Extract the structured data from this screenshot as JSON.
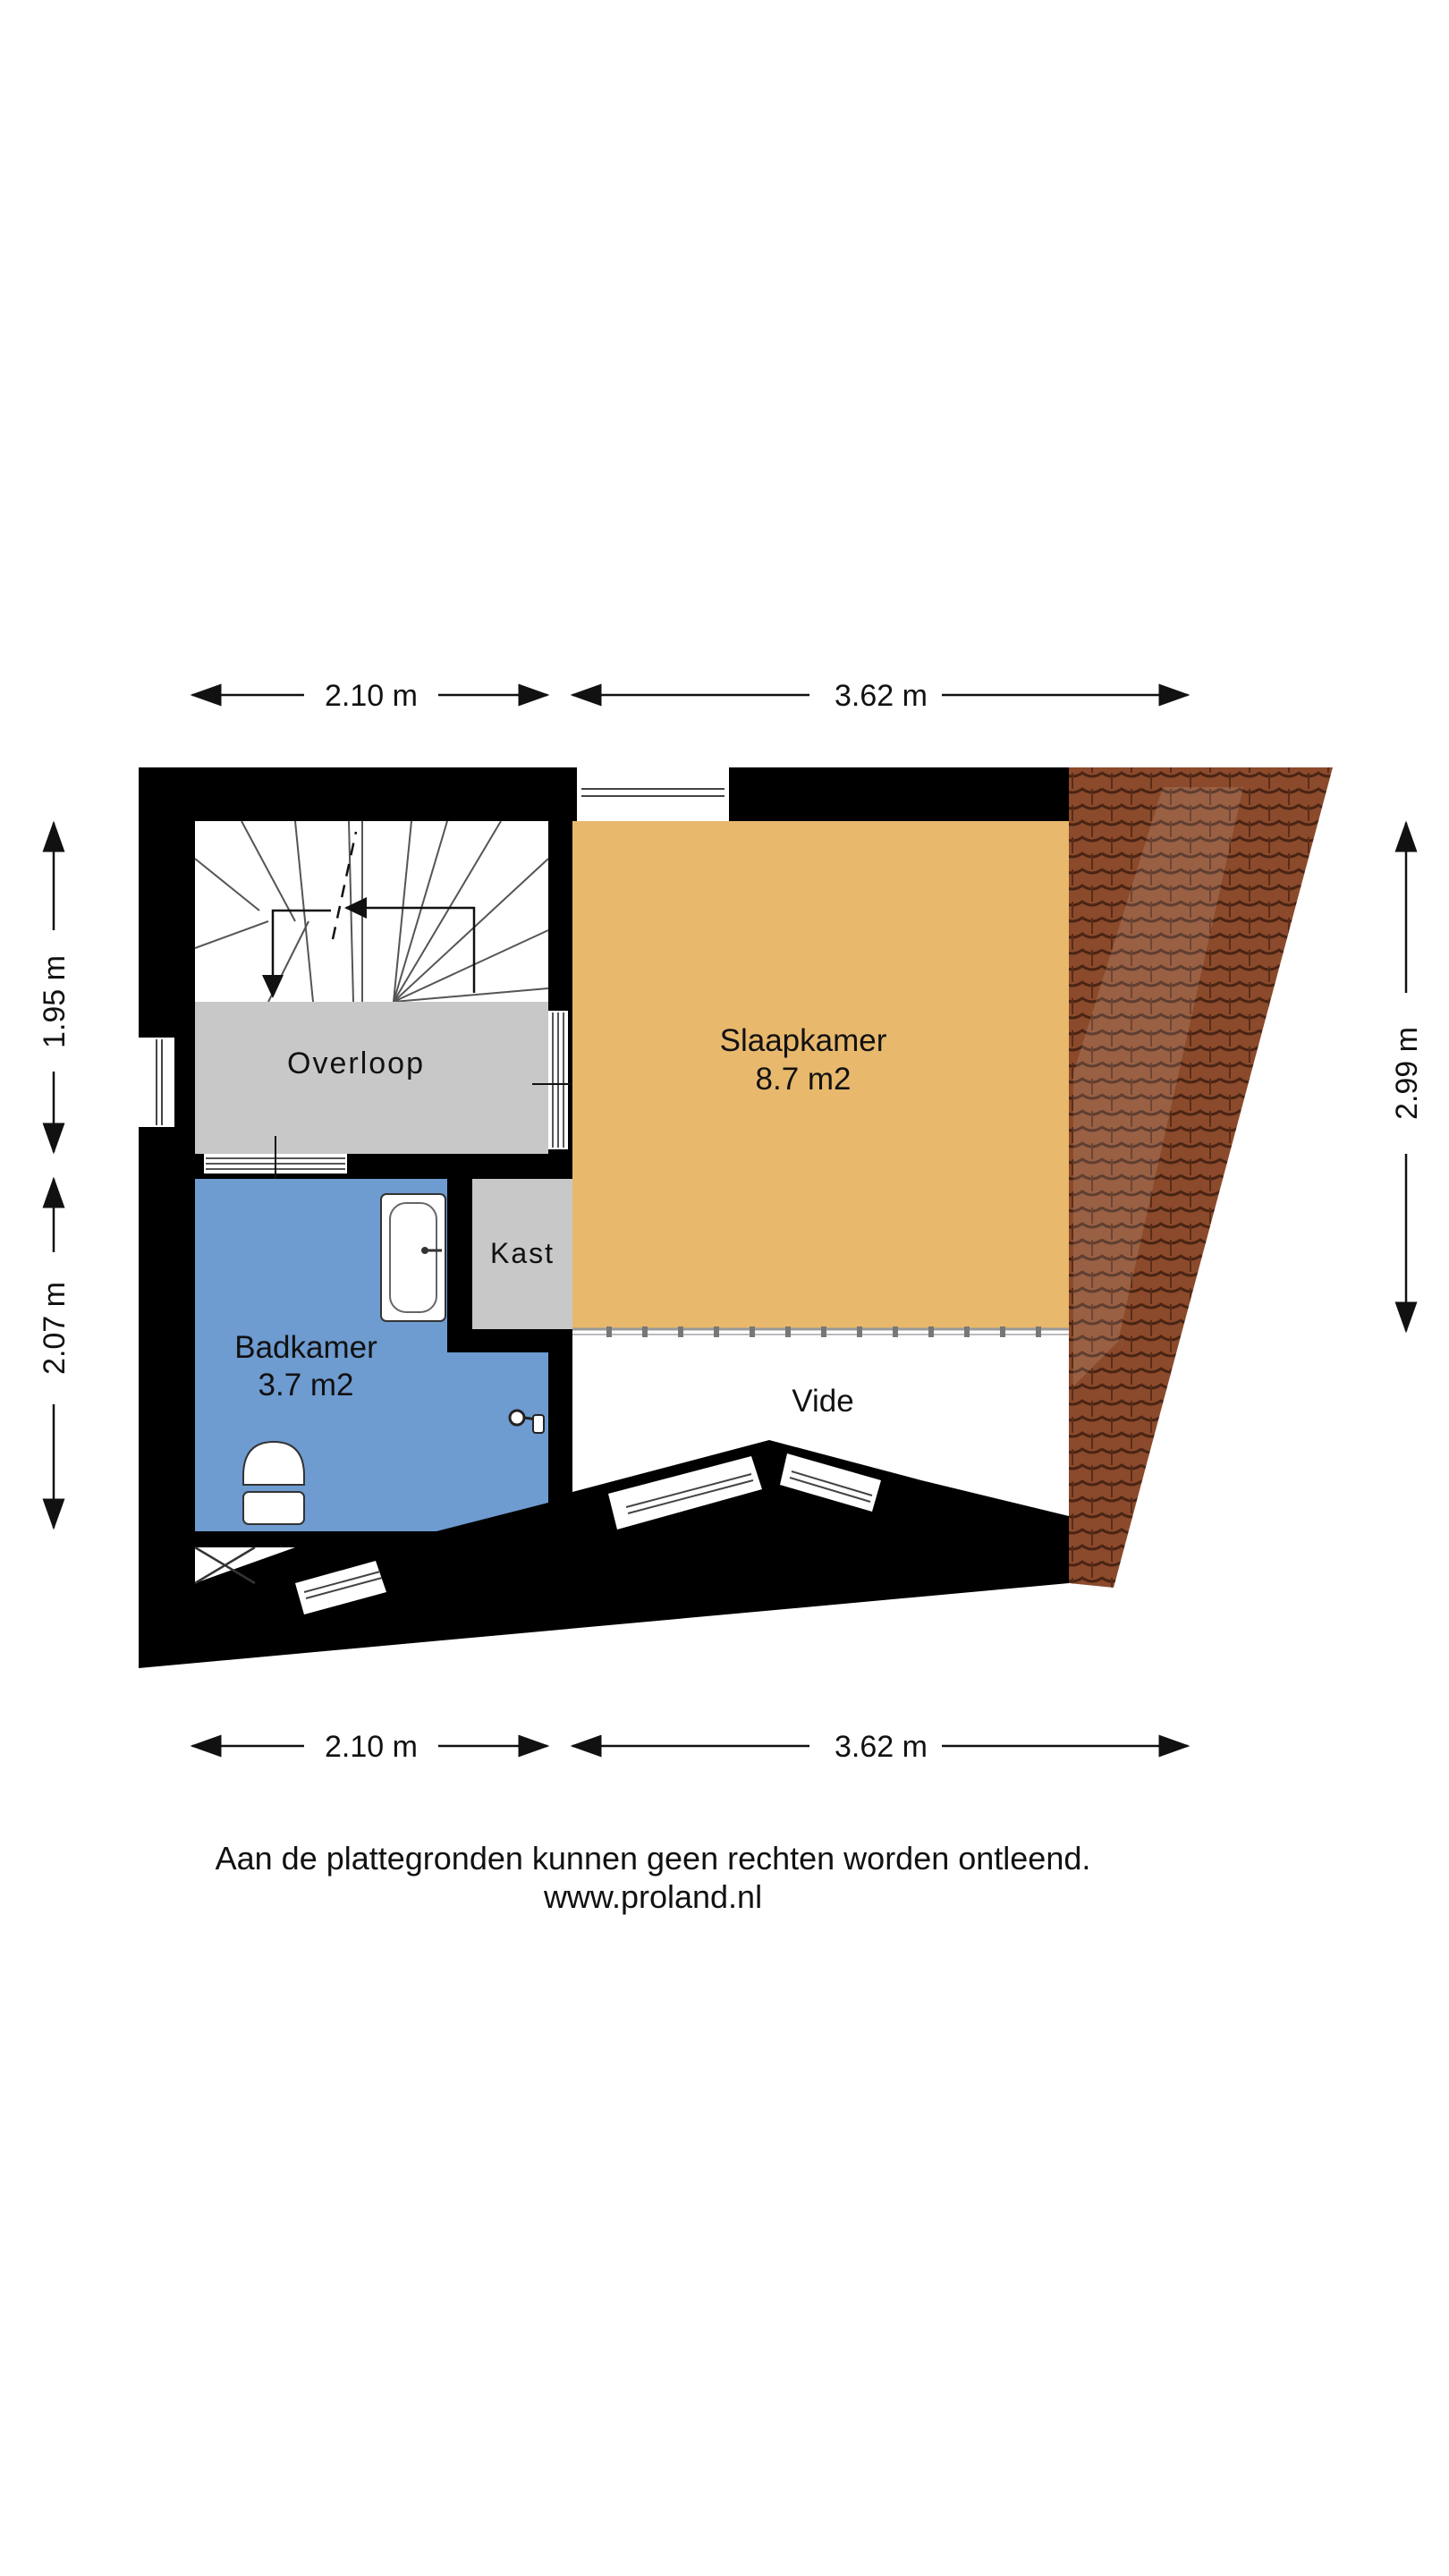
{
  "dimensions": {
    "top_left": "2.10 m",
    "top_right": "3.62 m",
    "bottom_left": "2.10 m",
    "bottom_right": "3.62 m",
    "left_upper": "1.95 m",
    "left_lower": "2.07 m",
    "right": "2.99 m"
  },
  "rooms": {
    "overloop": {
      "label": "Overloop"
    },
    "kast": {
      "label": "Kast"
    },
    "slaapkamer": {
      "label": "Slaapkamer",
      "area": "8.7 m2",
      "color": "#E8B86D"
    },
    "badkamer": {
      "label": "Badkamer",
      "area": "3.7 m2",
      "color": "#6E9BD0"
    },
    "vide": {
      "label": "Vide"
    }
  },
  "colors": {
    "wall": "#000000",
    "floor_grey": "#C8C8C8",
    "roof_tiles": "#8B4A2B"
  },
  "footer": {
    "disclaimer": "Aan de plattegronden kunnen geen rechten worden ontleend.",
    "website": "www.proland.nl"
  }
}
